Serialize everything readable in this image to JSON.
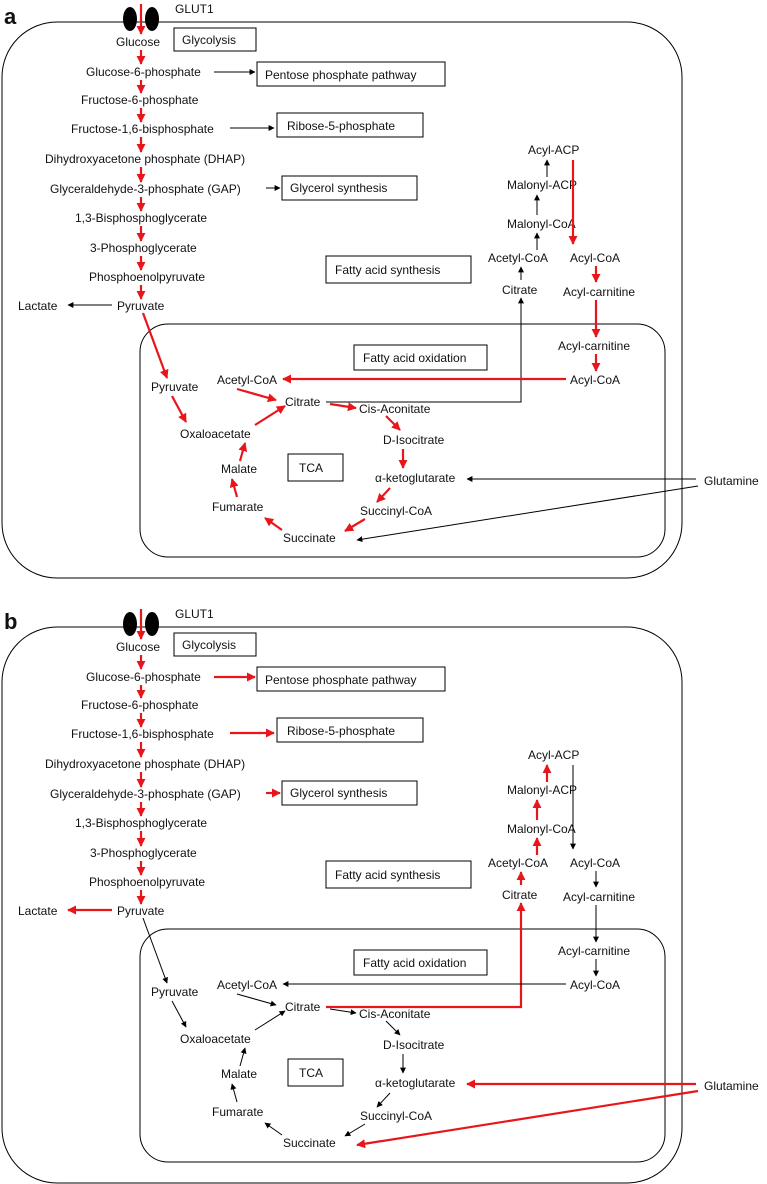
{
  "panels": [
    {
      "panel_label": "a",
      "transporter": "GLUT1",
      "pathway_boxes": {
        "glycolysis": "Glycolysis",
        "pentose": "Pentose phosphate pathway",
        "ribose": "Ribose-5-phosphate",
        "glycerol": "Glycerol synthesis",
        "fas": "Fatty acid synthesis",
        "fao": "Fatty acid oxidation",
        "tca": "TCA"
      },
      "metabolites": {
        "glucose": "Glucose",
        "g6p": "Glucose-6-phosphate",
        "f6p": "Fructose-6-phosphate",
        "f16bp": "Fructose-1,6-bisphosphate",
        "dhap": "Dihydroxyacetone phosphate (DHAP)",
        "gap": "Glyceraldehyde-3-phosphate (GAP)",
        "bpg": "1,3-Bisphosphoglycerate",
        "pg3": "3-Phosphoglycerate",
        "pep": "Phosphoenolpyruvate",
        "pyruvate": "Pyruvate",
        "lactate": "Lactate",
        "acyl_acp": "Acyl-ACP",
        "malonyl_acp": "Malonyl-ACP",
        "malonyl_coa": "Malonyl-CoA",
        "acetyl_coa_cyt": "Acetyl-CoA",
        "citrate_cyt": "Citrate",
        "acyl_coa_cyt": "Acyl-CoA",
        "acyl_carnitine_cyt": "Acyl-carnitine",
        "acyl_carnitine_mito": "Acyl-carnitine",
        "acyl_coa_mito": "Acyl-CoA",
        "pyruvate_mito": "Pyruvate",
        "acetyl_coa_mito": "Acetyl-CoA",
        "citrate_mito": "Citrate",
        "cis_aconitate": "Cis-Aconitate",
        "d_isocitrate": "D-Isocitrate",
        "akg": "α-ketoglutarate",
        "succinyl_coa": "Succinyl-CoA",
        "succinate": "Succinate",
        "fumarate": "Fumarate",
        "malate": "Malate",
        "oxaloacetate": "Oxaloacetate",
        "glutamine": "Glutamine"
      },
      "flux_colors": {
        "glycolysis": "#e8161b",
        "side_branches": "#000000",
        "lactate": "#000000",
        "pyruvate_to_mito": "#e8161b",
        "fas": "#000000",
        "citrate_export": "#000000",
        "acyl_to_fao": "#e8161b",
        "fao_to_acetyl": "#e8161b",
        "tca": "#e8161b",
        "glutamine": "#000000"
      }
    },
    {
      "panel_label": "b",
      "transporter": "GLUT1",
      "pathway_boxes": {
        "glycolysis": "Glycolysis",
        "pentose": "Pentose phosphate pathway",
        "ribose": "Ribose-5-phosphate",
        "glycerol": "Glycerol synthesis",
        "fas": "Fatty acid synthesis",
        "fao": "Fatty acid oxidation",
        "tca": "TCA"
      },
      "metabolites": {
        "glucose": "Glucose",
        "g6p": "Glucose-6-phosphate",
        "f6p": "Fructose-6-phosphate",
        "f16bp": "Fructose-1,6-bisphosphate",
        "dhap": "Dihydroxyacetone phosphate (DHAP)",
        "gap": "Glyceraldehyde-3-phosphate (GAP)",
        "bpg": "1,3-Bisphosphoglycerate",
        "pg3": "3-Phosphoglycerate",
        "pep": "Phosphoenolpyruvate",
        "pyruvate": "Pyruvate",
        "lactate": "Lactate",
        "acyl_acp": "Acyl-ACP",
        "malonyl_acp": "Malonyl-ACP",
        "malonyl_coa": "Malonyl-CoA",
        "acetyl_coa_cyt": "Acetyl-CoA",
        "citrate_cyt": "Citrate",
        "acyl_coa_cyt": "Acyl-CoA",
        "acyl_carnitine_cyt": "Acyl-carnitine",
        "acyl_carnitine_mito": "Acyl-carnitine",
        "acyl_coa_mito": "Acyl-CoA",
        "pyruvate_mito": "Pyruvate",
        "acetyl_coa_mito": "Acetyl-CoA",
        "citrate_mito": "Citrate",
        "cis_aconitate": "Cis-Aconitate",
        "d_isocitrate": "D-Isocitrate",
        "akg": "α-ketoglutarate",
        "succinyl_coa": "Succinyl-CoA",
        "succinate": "Succinate",
        "fumarate": "Fumarate",
        "malate": "Malate",
        "oxaloacetate": "Oxaloacetate",
        "glutamine": "Glutamine"
      },
      "flux_colors": {
        "glycolysis": "#e8161b",
        "side_branches": "#e8161b",
        "lactate": "#e8161b",
        "pyruvate_to_mito": "#000000",
        "fas": "#e8161b",
        "citrate_export": "#e8161b",
        "acyl_to_fao": "#000000",
        "fao_to_acetyl": "#000000",
        "tca": "#000000",
        "glutamine": "#e8161b"
      }
    }
  ]
}
